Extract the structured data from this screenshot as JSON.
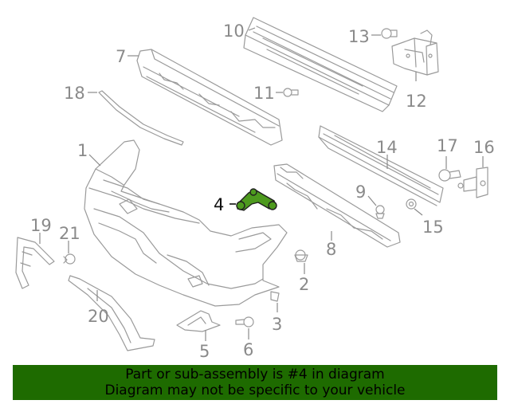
{
  "callouts": {
    "c1": "1",
    "c2": "2",
    "c3": "3",
    "c4": "4",
    "c5": "5",
    "c6": "6",
    "c7": "7",
    "c8": "8",
    "c9": "9",
    "c10": "10",
    "c11": "11",
    "c12": "12",
    "c13": "13",
    "c14": "14",
    "c15": "15",
    "c16": "16",
    "c17": "17",
    "c18": "18",
    "c19": "19",
    "c20": "20",
    "c21": "21"
  },
  "highlighted_part": "4",
  "banner": {
    "line1": "Part or sub-assembly is #4 in diagram",
    "line2": "Diagram may not be specific to your vehicle"
  },
  "colors": {
    "banner_bg": "#1e6b00",
    "highlight": "#4d9a1e",
    "line_art": "#9a9a9a"
  }
}
